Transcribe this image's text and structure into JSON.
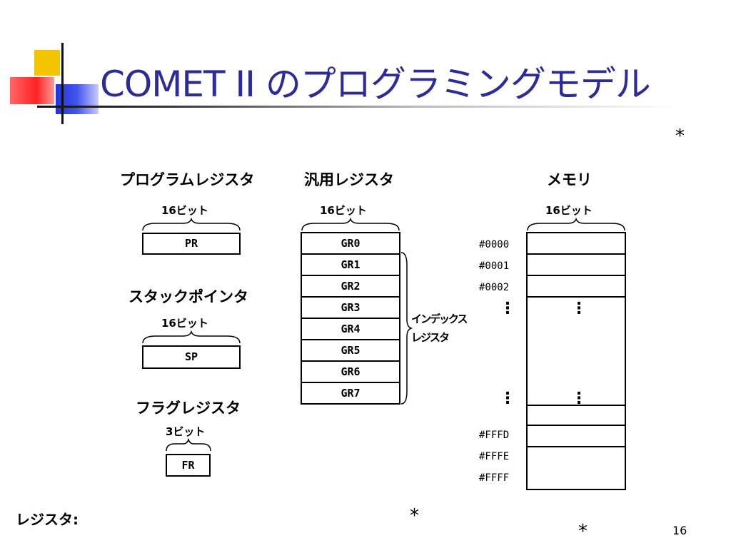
{
  "title": "COMET II のプログラミングモデル",
  "star_mark": "*",
  "program_register": {
    "header": "プログラムレジスタ",
    "bits": "16ビット",
    "box": "PR"
  },
  "stack_pointer": {
    "header": "スタックポインタ",
    "bits": "16ビット",
    "box": "SP"
  },
  "flag_register": {
    "header": "フラグレジスタ",
    "bits": "3ビット",
    "box": "FR"
  },
  "general_registers": {
    "header": "汎用レジスタ",
    "bits": "16ビット",
    "cells": [
      "GR0",
      "GR1",
      "GR2",
      "GR3",
      "GR4",
      "GR5",
      "GR6",
      "GR7"
    ],
    "index_label_line1": "インデックス",
    "index_label_line2": "レジスタ"
  },
  "memory": {
    "header": "メモリ",
    "bits": "16ビット",
    "top_addresses": [
      "#0000",
      "#0001",
      "#0002"
    ],
    "bottom_addresses": [
      "#FFFD",
      "#FFFE",
      "#FFFF"
    ],
    "ellipsis": "⋮"
  },
  "footer": {
    "label": "レジスタ:",
    "page_number": "16"
  }
}
